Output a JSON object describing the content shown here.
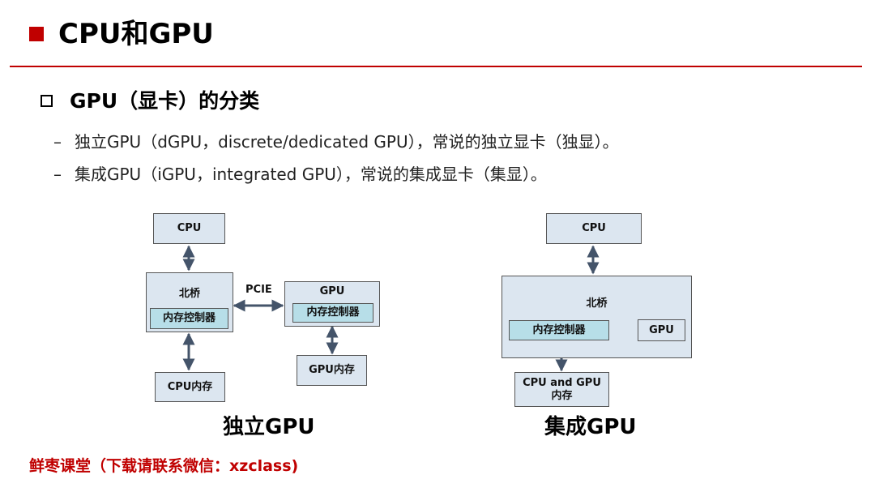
{
  "header": {
    "title": "CPU和GPU"
  },
  "section": {
    "heading": "GPU（显卡）的分类"
  },
  "bullets": [
    {
      "dash": "–",
      "text": "独立GPU（dGPU，discrete/dedicated GPU），常说的独立显卡（独显）。"
    },
    {
      "dash": "–",
      "text": "集成GPU（iGPU，integrated GPU），常说的集成显卡（集显）。"
    }
  ],
  "diagram_discrete": {
    "cpu": "CPU",
    "northbridge": "北桥",
    "mem_controller": "内存控制器",
    "cpu_memory": "CPU内存",
    "link_label": "PCIE",
    "gpu": "GPU",
    "gpu_mem_controller": "内存控制器",
    "gpu_memory": "GPU内存",
    "caption": "独立GPU"
  },
  "diagram_integrated": {
    "cpu": "CPU",
    "northbridge": "北桥",
    "mem_controller": "内存控制器",
    "gpu": "GPU",
    "shared_memory": "CPU and GPU\n内存",
    "caption": "集成GPU"
  },
  "footer": {
    "text": "鲜枣课堂（下载请联系微信：xzclass)"
  },
  "colors": {
    "accent": "#c00000",
    "box_fill": "#dce6f0",
    "controller_fill": "#b7dee8",
    "arrow": "#44546a"
  }
}
